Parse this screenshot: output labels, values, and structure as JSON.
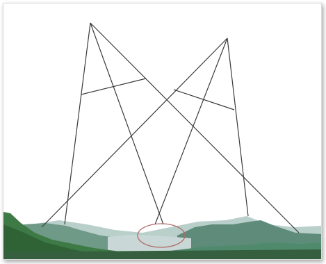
{
  "figure": {
    "description_visible_text": "",
    "colors": {
      "lines": "#3a3a3a",
      "highlight_ellipse": "#b06a6a",
      "sky": "#ffffff",
      "mountain_dark": "#3f7a52",
      "mountain_mid": "#6d9b86",
      "mountain_light": "#a9c3bd",
      "ground": "#2f5f2f"
    },
    "elements": {
      "left_tripod": "tripod-left",
      "right_tripod": "tripod-right",
      "highlight": "convergence-ellipse",
      "landscape": "mountain-range"
    }
  }
}
